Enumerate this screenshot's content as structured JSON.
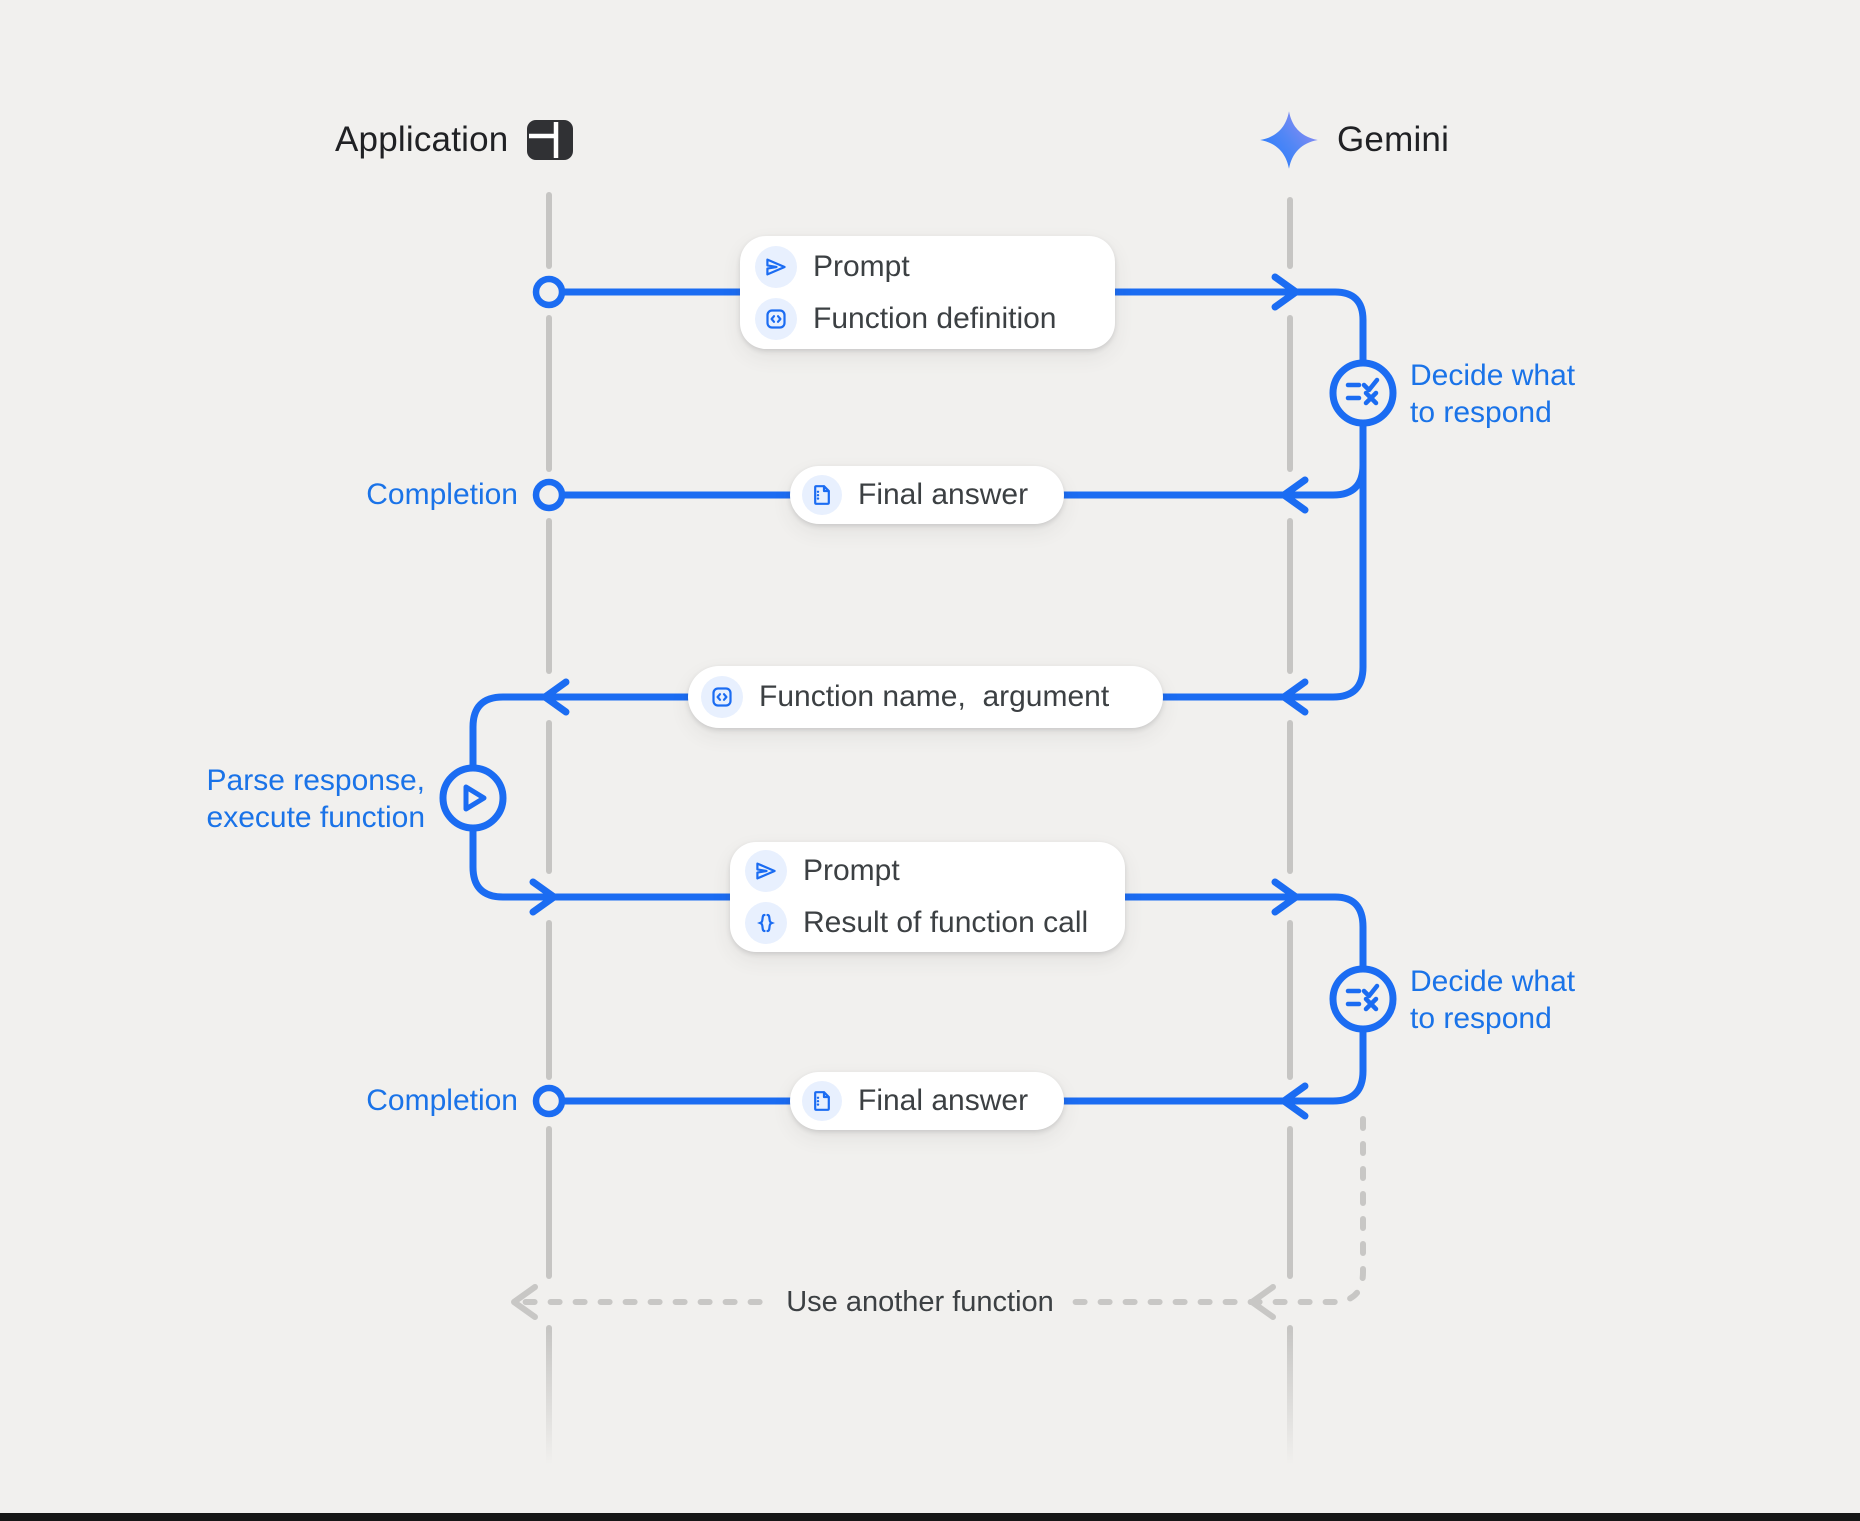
{
  "colors": {
    "background": "#f1f0ee",
    "line_blue": "#1b6cf2",
    "text_blue": "#1a73e8",
    "text_dark": "#202124",
    "text_gray": "#3c4043",
    "lifeline_gray": "#c6c5c3",
    "dashed_gray": "#c8c7c5",
    "icon_chip_bg": "#e8f0fe",
    "box_bg": "#ffffff",
    "app_icon_dark": "#303134",
    "star_gradient_start": "#217bfe",
    "star_gradient_end": "#9b8df2",
    "bottom_bar": "#161616"
  },
  "actors": {
    "application": {
      "label": "Application",
      "icon": "app-window-icon"
    },
    "gemini": {
      "label": "Gemini",
      "icon": "gemini-star-icon"
    }
  },
  "messages": {
    "prompt_function_definition": {
      "rows": [
        {
          "icon": "send-icon",
          "label": "Prompt"
        },
        {
          "icon": "code-icon",
          "label": "Function definition"
        }
      ]
    },
    "final_answer_1": {
      "icon": "document-icon",
      "label": "Final answer"
    },
    "function_name_argument": {
      "icon": "code-icon",
      "label": "Function name,  argument"
    },
    "prompt_function_result": {
      "rows": [
        {
          "icon": "send-icon",
          "label": "Prompt"
        },
        {
          "icon": "braces-icon",
          "label": "Result of function call"
        }
      ]
    },
    "final_answer_2": {
      "icon": "document-icon",
      "label": "Final answer"
    },
    "use_another_function": {
      "label": "Use another function"
    }
  },
  "annotations": {
    "completion_1": "Completion",
    "completion_2": "Completion",
    "decide_1": {
      "line1": "Decide what",
      "line2": "to respond"
    },
    "decide_2": {
      "line1": "Decide what",
      "line2": "to respond"
    },
    "parse_execute": {
      "line1": "Parse response,",
      "line2": "execute function"
    }
  }
}
